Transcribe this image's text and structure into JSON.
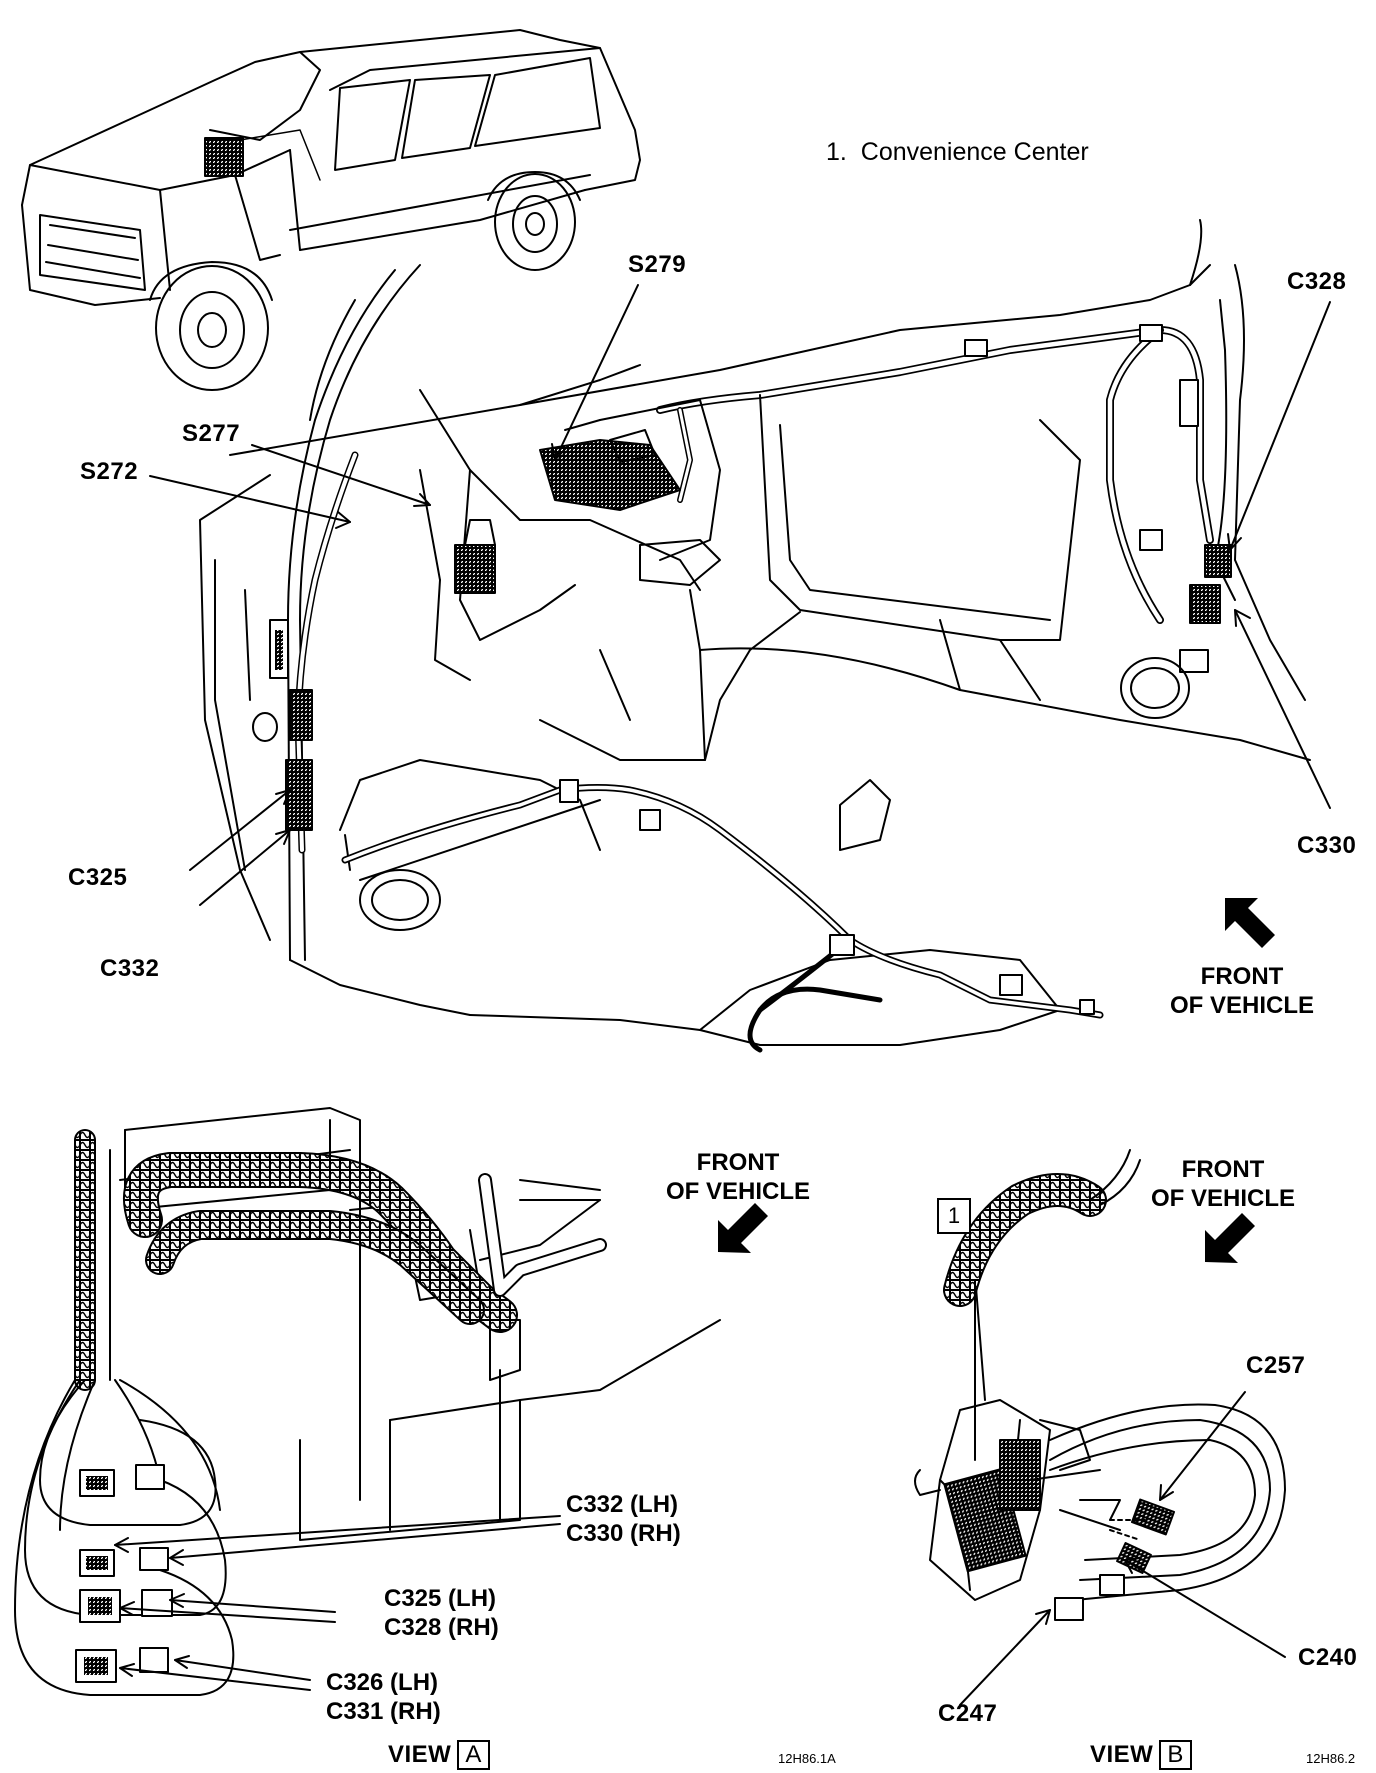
{
  "legend": {
    "number": "1.",
    "text": "Convenience Center"
  },
  "labels": {
    "s279": "S279",
    "s277": "S277",
    "s272": "S272",
    "c328": "C328",
    "c330": "C330",
    "c325": "C325",
    "c332": "C332",
    "front_main": [
      "FRONT",
      "OF VEHICLE"
    ],
    "front_a": [
      "FRONT",
      "OF VEHICLE"
    ],
    "front_b": [
      "FRONT",
      "OF VEHICLE"
    ],
    "view_a_pair1": [
      "C332 (LH)",
      "C330 (RH)"
    ],
    "view_a_pair2": [
      "C325 (LH)",
      "C328 (RH)"
    ],
    "view_a_pair3": [
      "C326 (LH)",
      "C331 (RH)"
    ],
    "c257": "C257",
    "c240": "C240",
    "c247": "C247",
    "callout_1": "1"
  },
  "views": {
    "a": {
      "prefix": "VIEW",
      "letter": "A",
      "ref": "12H86.1A"
    },
    "b": {
      "prefix": "VIEW",
      "letter": "B",
      "ref": "12H86.2"
    }
  },
  "colors": {
    "ink": "#000000",
    "paper": "#ffffff",
    "shade": "#9a9a9a"
  }
}
